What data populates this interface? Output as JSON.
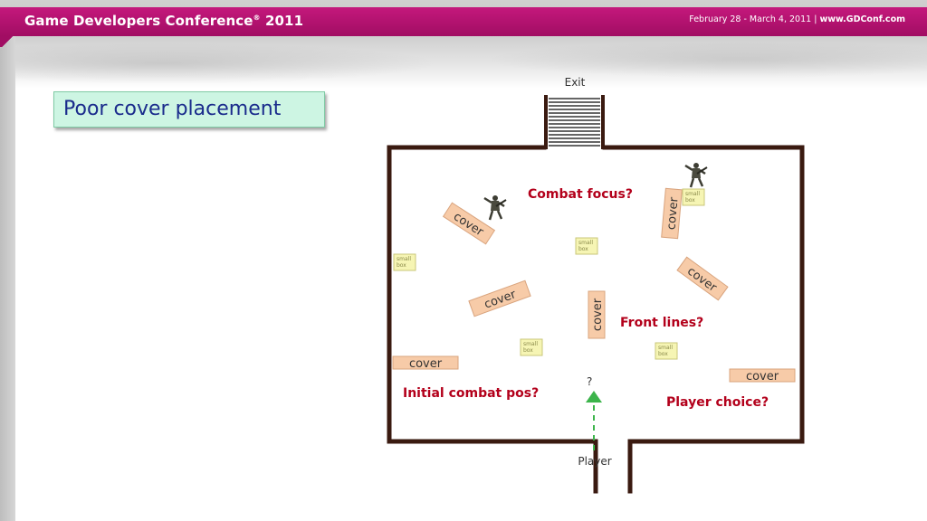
{
  "header": {
    "title": "Game Developers Conference",
    "title_sup": "®",
    "title_year": " 2011",
    "dates": "February 28 - March 4, 2011",
    "separator": " | ",
    "site": "www.GDConf.com"
  },
  "slide": {
    "title": "Poor cover placement"
  },
  "diagram": {
    "exit_label": "Exit",
    "player_label": "Player",
    "question_mark": "?",
    "questions": {
      "combat_focus": "Combat focus?",
      "front_lines": "Front lines?",
      "initial_pos": "Initial combat pos?",
      "player_choice": "Player choice?"
    },
    "cover_label": "cover",
    "small_box_line1": "small",
    "small_box_line2": "box"
  },
  "colors": {
    "brand": "#b5126f",
    "question_text": "#b3001b",
    "wall": "#3a1a10",
    "cover_fill": "#f7cba8",
    "small_box_fill": "#f6f5b4",
    "arrow": "#3cb44b",
    "title_box_fill": "#cdf5e3"
  }
}
